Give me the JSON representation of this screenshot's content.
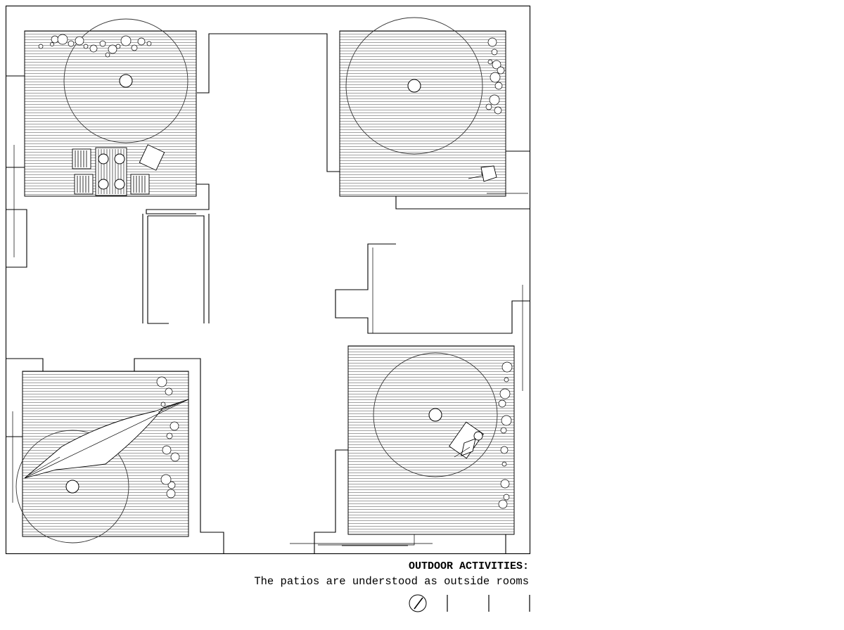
{
  "caption": {
    "title": "OUTDOOR ACTIVITIES:",
    "subtitle": "The patios are understood as outside rooms"
  },
  "patios": [
    {
      "name": "patio-top-left",
      "activity": "dining-table-with-chairs"
    },
    {
      "name": "patio-top-right",
      "activity": "standing-figure"
    },
    {
      "name": "patio-bottom-left",
      "activity": "hammock"
    },
    {
      "name": "patio-bottom-right",
      "activity": "sun-lounger"
    }
  ],
  "icons": {
    "north_arrow": "north-arrow-icon",
    "scale_bar": "scale-bar-icon"
  },
  "colors": {
    "line": "#000000",
    "hatch": "#555555",
    "background": "#ffffff"
  }
}
